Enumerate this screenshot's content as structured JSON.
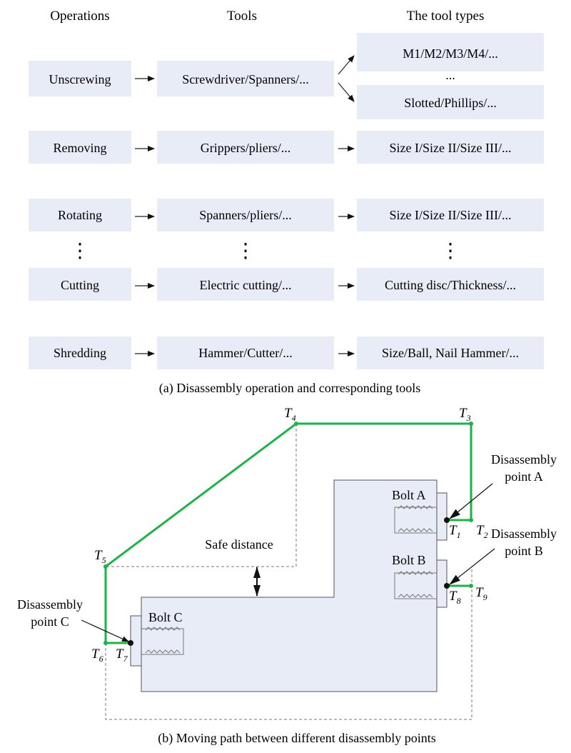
{
  "headers": {
    "operations": "Operations",
    "tools": "Tools",
    "tool_types": "The tool types"
  },
  "rows": [
    {
      "operation": "Unscrewing",
      "tool": "Screwdriver/Spanners/...",
      "types": [
        "M1/M2/M3/M4/...",
        "...",
        "Slotted/Phillips/..."
      ]
    },
    {
      "operation": "Removing",
      "tool": "Grippers/pliers/...",
      "types": [
        "Size I/Size II/Size III/..."
      ]
    },
    {
      "operation": "Rotating",
      "tool": "Spanners/pliers/...",
      "types": [
        "Size I/Size II/Size III/..."
      ]
    },
    {
      "operation": "Cutting",
      "tool": "Electric cutting/...",
      "types": [
        "Cutting disc/Thickness/..."
      ]
    },
    {
      "operation": "Shredding",
      "tool": "Hammer/Cutter/...",
      "types": [
        "Size/Ball, Nail Hammer/..."
      ]
    }
  ],
  "ellipsis": "⋮",
  "caption_a": "(a) Disassembly operation and corresponding tools",
  "caption_b": "(b) Moving path between different disassembly points",
  "bolts": {
    "a": "Bolt A",
    "b": "Bolt B",
    "c": "Bolt C"
  },
  "points": {
    "a": [
      "Disassembly",
      "point A"
    ],
    "b": [
      "Disassembly",
      "point B"
    ],
    "c": [
      "Disassembly",
      "point C"
    ]
  },
  "safe_distance": "Safe distance",
  "waypoints": [
    {
      "letter": "T",
      "sub": "1"
    },
    {
      "letter": "T",
      "sub": "2"
    },
    {
      "letter": "T",
      "sub": "3"
    },
    {
      "letter": "T",
      "sub": "4"
    },
    {
      "letter": "T",
      "sub": "5"
    },
    {
      "letter": "T",
      "sub": "6"
    },
    {
      "letter": "T",
      "sub": "7"
    },
    {
      "letter": "T",
      "sub": "8"
    },
    {
      "letter": "T",
      "sub": "9"
    }
  ],
  "colors": {
    "box_fill": "#e7ecf6",
    "path_green": "#1fb24a"
  }
}
